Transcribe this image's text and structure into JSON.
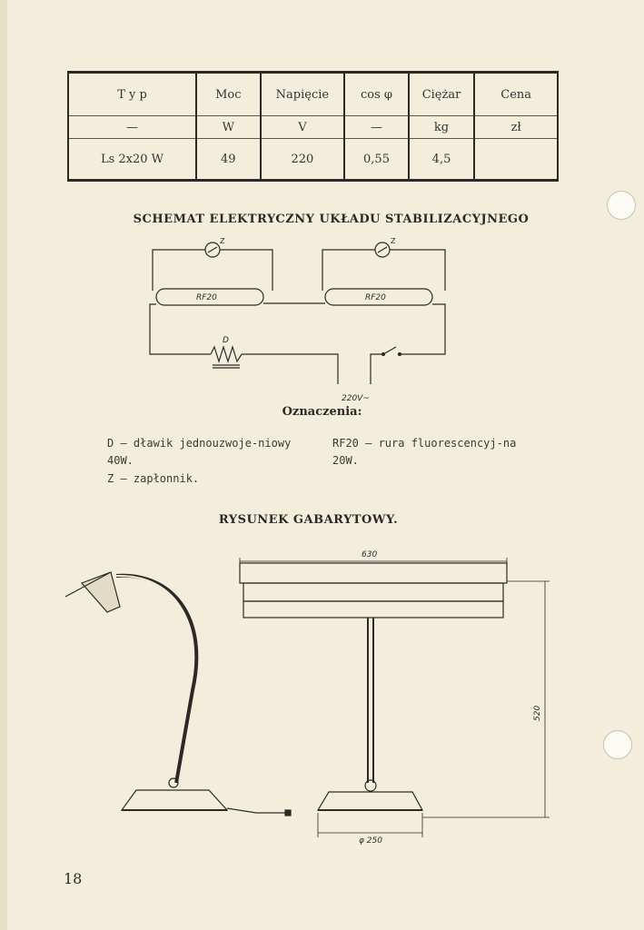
{
  "table": {
    "headers": [
      "T y p",
      "Moc",
      "Napięcie",
      "cos φ",
      "Ciężar",
      "Cena"
    ],
    "units": [
      "—",
      "W",
      "V",
      "—",
      "kg",
      "zł"
    ],
    "row": [
      "Ls 2x20 W",
      "49",
      "220",
      "0,55",
      "4,5",
      ""
    ]
  },
  "schematic": {
    "title": "SCHEMAT ELEKTRYCZNY UKŁADU STABILIZACYJNEGO",
    "tube_label_1": "RF20",
    "tube_label_2": "RF20",
    "starter_label_1": "Z",
    "starter_label_2": "Z",
    "choke_label": "D",
    "supply_label": "220V~"
  },
  "legend": {
    "title": "Oznaczenia:",
    "d_text": "D — dławik jednouzwoje-niowy 40W.",
    "z_text": "Z — zapłonnik.",
    "rf_text": "RF20 — rura fluorescencyj-na 20W."
  },
  "drawing": {
    "title": "RYSUNEK GABARYTOWY.",
    "width_label": "630",
    "height_label": "520",
    "base_label": "φ 250"
  },
  "page_number": "18"
}
